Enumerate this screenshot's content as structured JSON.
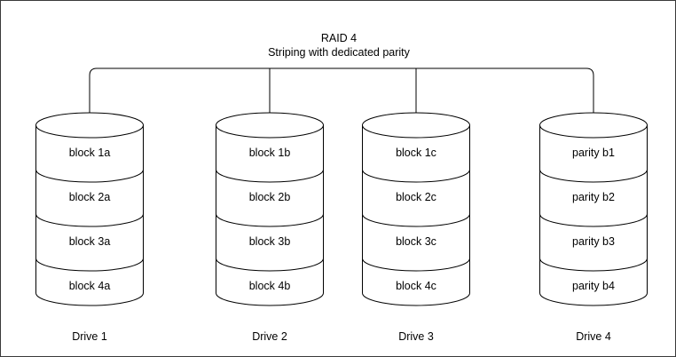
{
  "header": {
    "title": "RAID 4",
    "subtitle": "Striping with dedicated parity"
  },
  "colors": {
    "stroke": "#000000",
    "fill": "#ffffff",
    "frame": "#3a3a3a"
  },
  "drives": [
    {
      "label": "Drive 1",
      "blocks": [
        "block 1a",
        "block 2a",
        "block 3a",
        "block 4a"
      ]
    },
    {
      "label": "Drive 2",
      "blocks": [
        "block 1b",
        "block 2b",
        "block 3b",
        "block 4b"
      ]
    },
    {
      "label": "Drive 3",
      "blocks": [
        "block 1c",
        "block 2c",
        "block 3c",
        "block 4c"
      ]
    },
    {
      "label": "Drive 4",
      "blocks": [
        "parity b1",
        "parity b2",
        "parity b3",
        "parity b4"
      ]
    }
  ]
}
